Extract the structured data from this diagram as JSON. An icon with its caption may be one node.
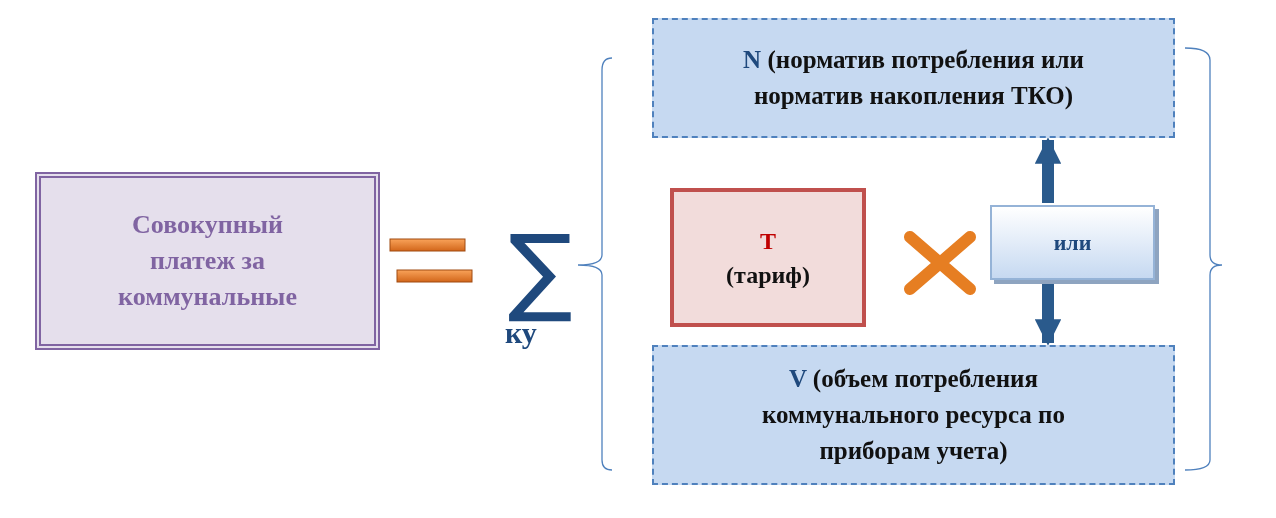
{
  "diagram": {
    "nodes": [
      {
        "text": [
          "Совокупный платеж за коммунальные"
        ]
      },
      {
        "text": [
          "N",
          "(норматив потребления или норматив накопления ТКО)"
        ]
      },
      {
        "text": [
          "Т",
          "(тариф)"
        ]
      },
      {
        "text": [
          "или"
        ]
      },
      {
        "text": [
          "V",
          "(объем потребления коммунального ресурса по приборам учета)"
        ]
      }
    ],
    "edges": [
      {
        "from": 3,
        "to": 1,
        "arrow": "to"
      },
      {
        "from": 3,
        "to": 4,
        "arrow": "to"
      }
    ],
    "labels": [
      "∑",
      "ку"
    ]
  }
}
